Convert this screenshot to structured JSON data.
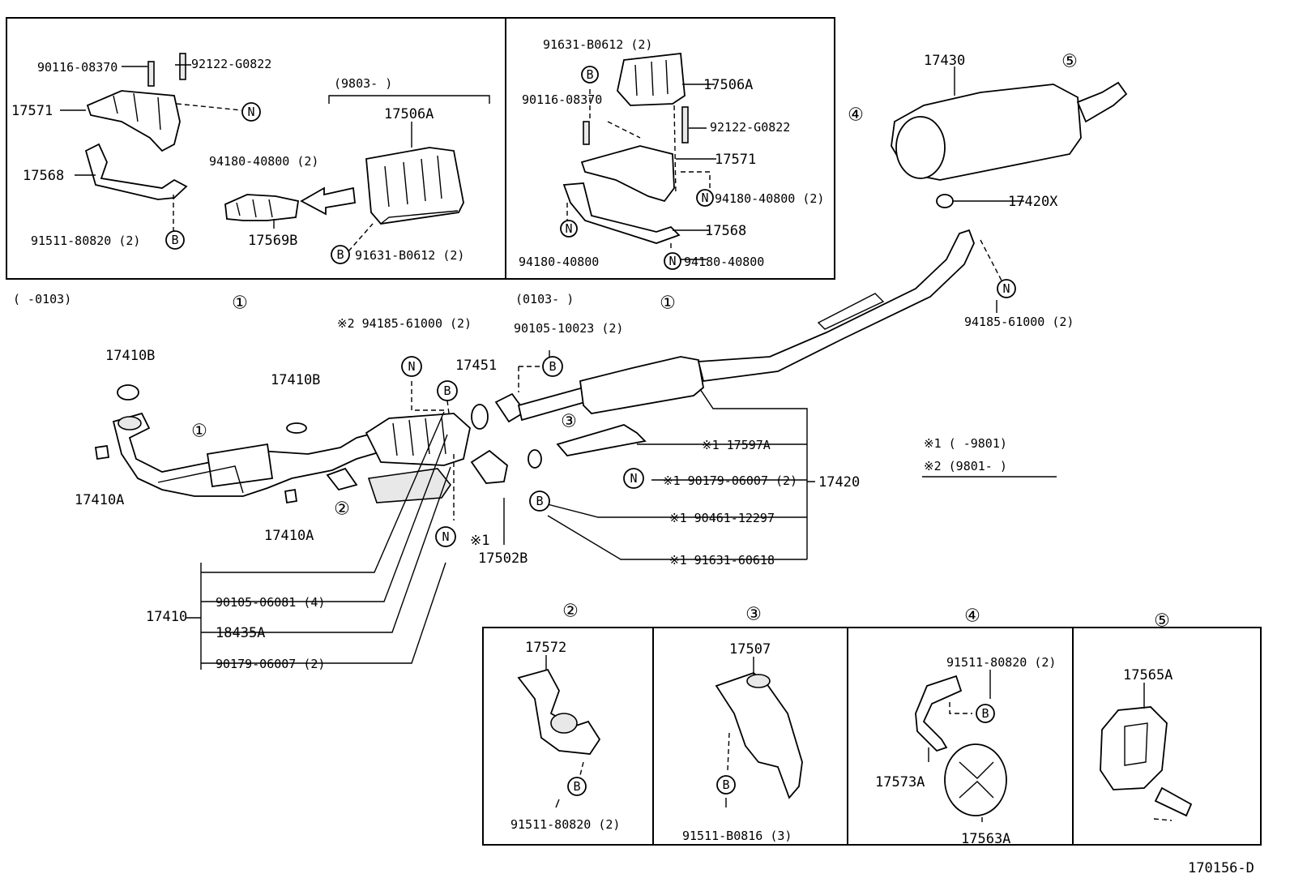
{
  "range_labels": {
    "early": "(     -0103)",
    "late": "(0103-     )",
    "insert_range": "(9803-     )",
    "note1": "※1 (     -9801)",
    "note2": "※2 (9801-     )"
  },
  "callout_symbols": {
    "b": "B",
    "n": "N"
  },
  "view_numbers": {
    "v1": "①",
    "v2": "②",
    "v3": "③",
    "v4": "④",
    "v5": "⑤"
  },
  "part_labels": {
    "p90116_a": "90116-08370",
    "p92122_a": "92122-G0822",
    "p17571_a": "17571",
    "p94180_a": "94180-40800 (2)",
    "p17568_a": "17568",
    "p91511_a": "91511-80820 (2)",
    "p17569b": "17569B",
    "p17506a_a": "17506A",
    "p91631_a": "91631-B0612 (2)",
    "p91631_b": "91631-B0612 (2)",
    "p17506a_b": "17506A",
    "p90116_b": "90116-08370",
    "p92122_b": "92122-G0822",
    "p17571_b": "17571",
    "p94180_b": "94180-40800 (2)",
    "p17568_b": "17568",
    "p94180_c": "94180-40800",
    "p94180_d": "94180-40800",
    "p17430": "17430",
    "p17420x": "17420X",
    "p94185_a": "94185-61000 (2)",
    "p94185_b": "※2 94185-61000 (2)",
    "p90105_a": "90105-10023 (2)",
    "p17451": "17451",
    "p17410b_a": "17410B",
    "p17410b_b": "17410B",
    "p17410a_a": "17410A",
    "p17410a_b": "17410A",
    "p17597a": "※1 17597A",
    "p90179_a": "※1 90179-06007 (2)",
    "p17420": "17420",
    "p90461": "※1 90461-12297",
    "p91631_c": "※1 91631-60618",
    "p17502b_note": "※1",
    "p17502b": "17502B",
    "p17410": "17410",
    "p90105_b": "90105-06081 (4)",
    "p18435a": "18435A",
    "p90179_b": "90179-06007 (2)",
    "p17572": "17572",
    "p91511_b": "91511-80820 (2)",
    "p17507": "17507",
    "p91511_c": "91511-B0816 (3)",
    "p91511_d": "91511-80820 (2)",
    "p17573a": "17573A",
    "p17563a": "17563A",
    "p17565a": "17565A"
  },
  "figure_id": "170156-D"
}
